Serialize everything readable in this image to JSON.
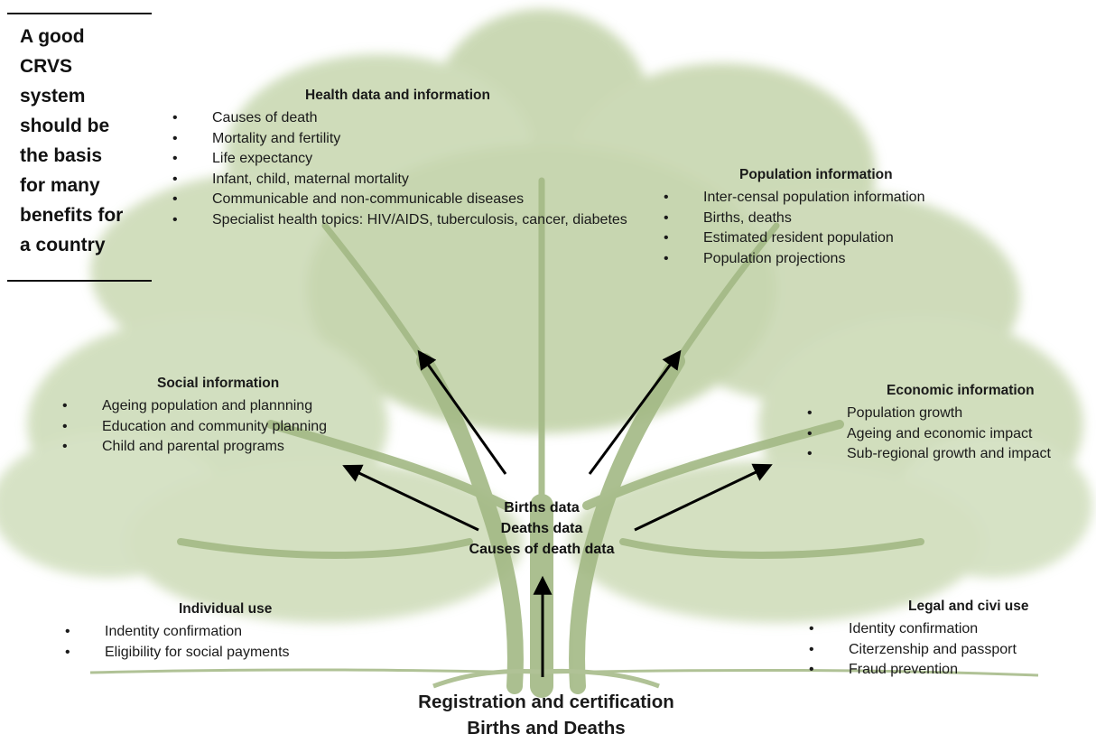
{
  "intro": {
    "lines": [
      "A good",
      "CRVS",
      "system",
      "should be",
      "the basis",
      "for many",
      "benefits for",
      "a country"
    ]
  },
  "health": {
    "heading": "Health data and information",
    "items": [
      "Causes of death",
      "Mortality and fertility",
      "Life expectancy",
      "Infant, child, maternal mortality",
      "Communicable and non-communicable diseases",
      "Specialist health topics: HIV/AIDS, tuberculosis, cancer, diabetes"
    ]
  },
  "population": {
    "heading": "Population information",
    "items": [
      "Inter-censal population information",
      "Births, deaths",
      "Estimated resident population",
      "Population projections"
    ]
  },
  "social": {
    "heading": "Social information",
    "items": [
      "Ageing population and plannning",
      "Education and community planning",
      "Child and parental programs"
    ]
  },
  "economic": {
    "heading": "Economic information",
    "items": [
      "Population growth",
      "Ageing and economic impact",
      "Sub-regional growth and impact"
    ]
  },
  "individual": {
    "heading": "Individual use",
    "items": [
      "Indentity confirmation",
      "Eligibility for social payments"
    ]
  },
  "legal": {
    "heading": "Legal and civi use",
    "items": [
      "Identity confirmation",
      "Citerzenship and passport",
      "Fraud prevention"
    ]
  },
  "center": {
    "lines": [
      "Births data",
      "Deaths data",
      "Causes of death data"
    ]
  },
  "root": {
    "lines": [
      "Registration and certification",
      "Births and Deaths"
    ]
  },
  "colors": {
    "foliage": "#b7c99a",
    "foliage_dark": "#9fb67e",
    "trunk": "#a9bf8c",
    "arrow": "#000000"
  }
}
